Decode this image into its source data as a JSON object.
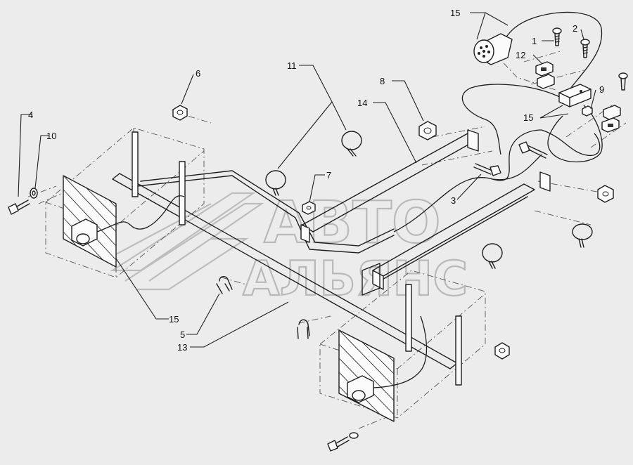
{
  "watermark": {
    "line1": "АВТО",
    "line2": "АЛЬЯНС"
  },
  "callouts": [
    {
      "id": "15a",
      "label": "15"
    },
    {
      "id": "1",
      "label": "1"
    },
    {
      "id": "2",
      "label": "2"
    },
    {
      "id": "12",
      "label": "12"
    },
    {
      "id": "9",
      "label": "9"
    },
    {
      "id": "15b",
      "label": "15"
    },
    {
      "id": "11",
      "label": "11"
    },
    {
      "id": "6",
      "label": "6"
    },
    {
      "id": "8",
      "label": "8"
    },
    {
      "id": "14",
      "label": "14"
    },
    {
      "id": "4",
      "label": "4"
    },
    {
      "id": "10",
      "label": "10"
    },
    {
      "id": "7",
      "label": "7"
    },
    {
      "id": "3",
      "label": "3"
    },
    {
      "id": "15c",
      "label": "15"
    },
    {
      "id": "5",
      "label": "5"
    },
    {
      "id": "13",
      "label": "13"
    }
  ]
}
